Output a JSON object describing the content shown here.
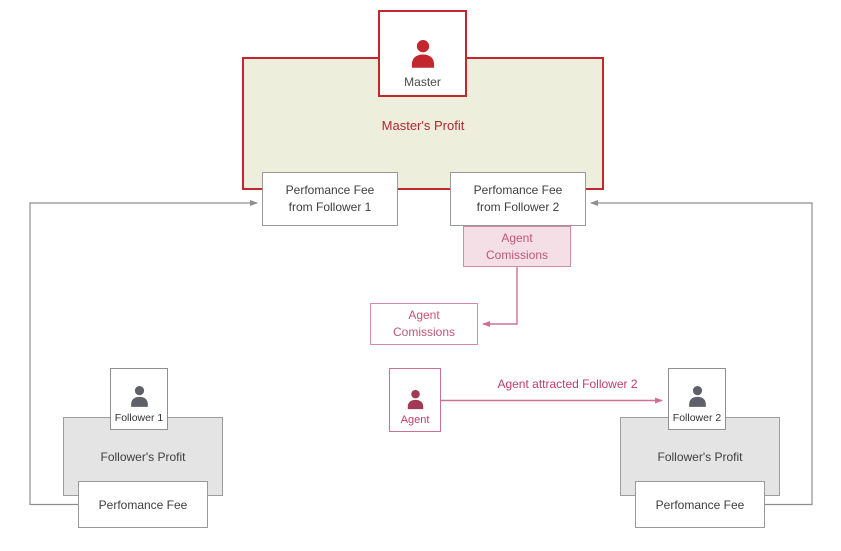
{
  "colors": {
    "master_red": "#c1272d",
    "master_text_red": "#b02730",
    "beige_fill": "#eeeedd",
    "gray_border": "#999999",
    "gray_fill": "#e4e4e4",
    "gray_line": "#8e8e8e",
    "pink_border": "#d48aa3",
    "pink_fill": "#f5dfe7",
    "pink_text": "#c25577",
    "pink_line": "#ce7295",
    "crimson_text": "#c13d68",
    "person_gray": "#60606b",
    "person_maroon": "#a13a52",
    "dark_text": "#3e3e3e"
  },
  "master": {
    "label": "Master",
    "profit_label": "Master's Profit"
  },
  "fees": {
    "from_follower1": "Perfomance Fee\nfrom Follower 1",
    "from_follower2": "Perfomance Fee\nfrom Follower 2"
  },
  "agent": {
    "label": "Agent",
    "comissions_top": "Agent\nComissions",
    "comissions_bottom": "Agent\nComissions",
    "arrow_label": "Agent attracted Follower 2"
  },
  "follower1": {
    "label": "Follower 1",
    "profit_label": "Follower's Profit",
    "fee_label": "Perfomance Fee"
  },
  "follower2": {
    "label": "Follower 2",
    "profit_label": "Follower's Profit",
    "fee_label": "Perfomance Fee"
  },
  "edges": [
    {
      "from": "follower1-perfomance-fee",
      "to": "perfomance-fee-from-follower-1",
      "style": "gray-elbow-arrow"
    },
    {
      "from": "follower2-perfomance-fee",
      "to": "perfomance-fee-from-follower-2",
      "style": "gray-elbow-arrow"
    },
    {
      "from": "agent-comissions-under-fee2",
      "to": "agent-comissions-box",
      "style": "pink-elbow-arrow"
    },
    {
      "from": "agent",
      "to": "follower2",
      "style": "pink-arrow",
      "label": "Agent attracted Follower 2"
    }
  ]
}
